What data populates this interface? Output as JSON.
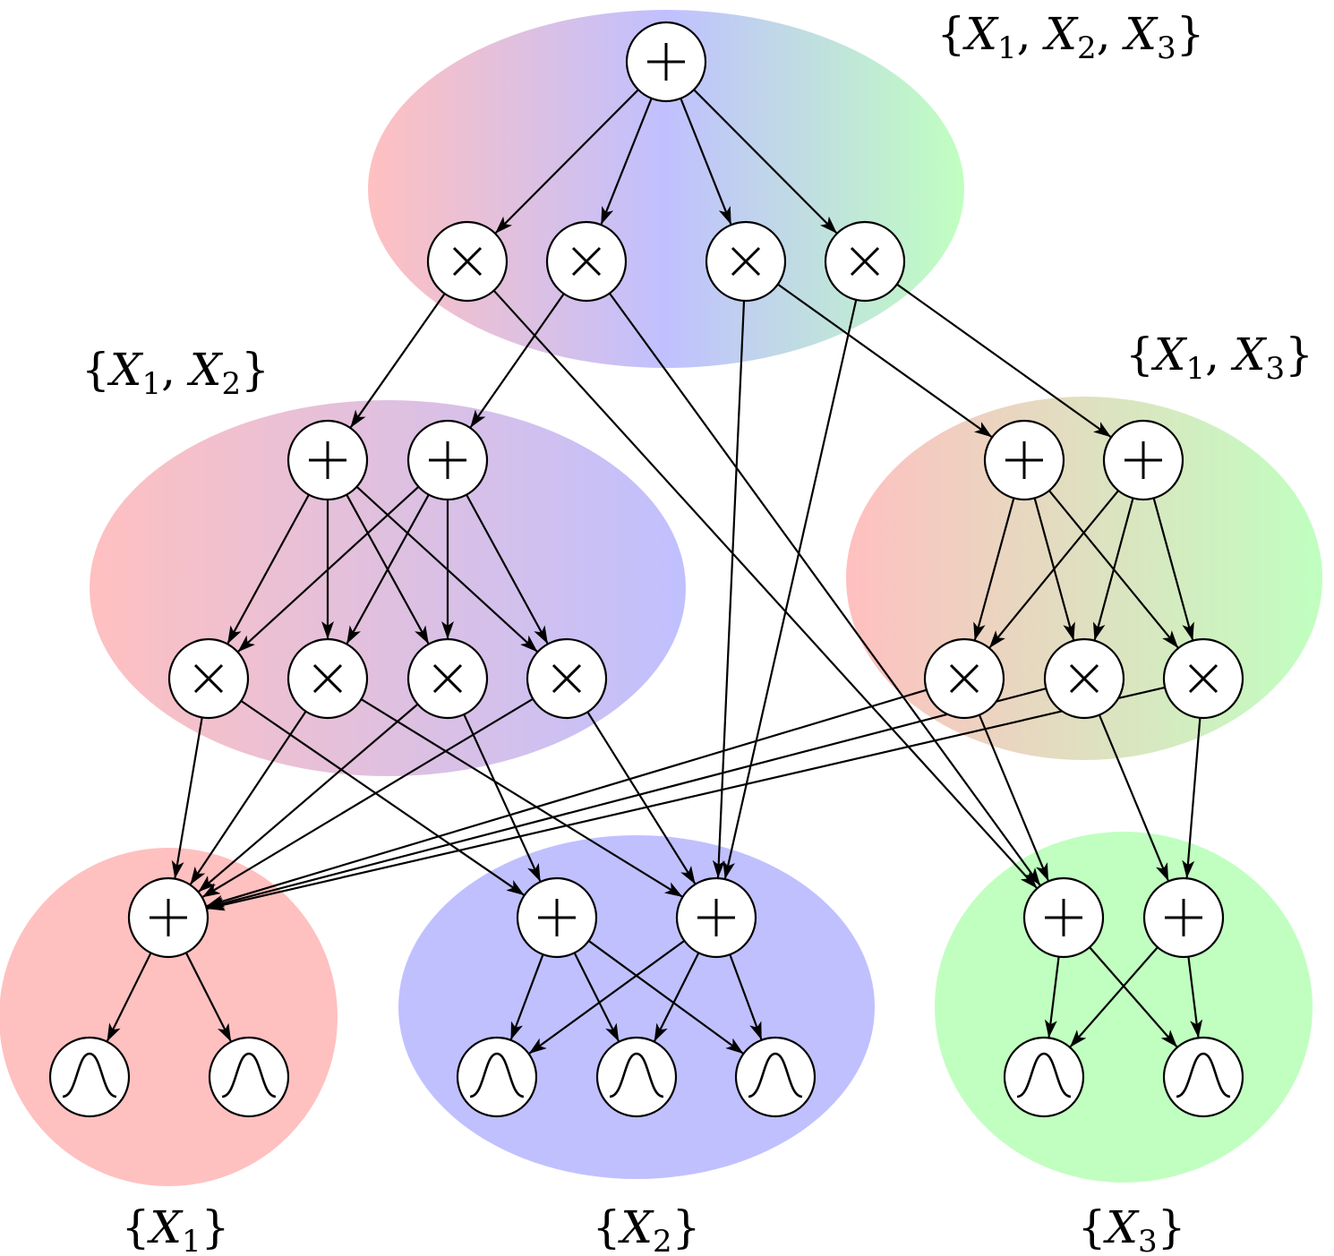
{
  "regions": [
    {
      "id": "x123",
      "label": "{X1, X2, X3}",
      "parts": [
        "{",
        "X",
        "1",
        ", ",
        "X",
        "2",
        ", ",
        "X",
        "3",
        "}"
      ],
      "colors": [
        "#ffc0c0",
        "#c0c0ff",
        "#c0ffc0"
      ]
    },
    {
      "id": "x12",
      "label": "{X1, X2}",
      "parts": [
        "{",
        "X",
        "1",
        ", ",
        "X",
        "2",
        "}"
      ],
      "colors": [
        "#ffc0c0",
        "#c0c0ff"
      ]
    },
    {
      "id": "x13",
      "label": "{X1, X3}",
      "parts": [
        "{",
        "X",
        "1",
        ", ",
        "X",
        "3",
        "}"
      ],
      "colors": [
        "#ffc0c0",
        "#c0ffc0"
      ]
    },
    {
      "id": "x1",
      "label": "{X1}",
      "parts": [
        "{",
        "X",
        "1",
        "}"
      ],
      "colors": [
        "#ffc0c0"
      ]
    },
    {
      "id": "x2",
      "label": "{X2}",
      "parts": [
        "{",
        "X",
        "2",
        "}"
      ],
      "colors": [
        "#c0c0ff"
      ]
    },
    {
      "id": "x3",
      "label": "{X3}",
      "parts": [
        "{",
        "X",
        "3",
        "}"
      ],
      "colors": [
        "#c0ffc0"
      ]
    }
  ],
  "nodes": [
    {
      "id": "S0",
      "type": "sum",
      "region": "x123"
    },
    {
      "id": "P1",
      "type": "product",
      "region": "x123"
    },
    {
      "id": "P2",
      "type": "product",
      "region": "x123"
    },
    {
      "id": "P3",
      "type": "product",
      "region": "x123"
    },
    {
      "id": "P4",
      "type": "product",
      "region": "x123"
    },
    {
      "id": "S12a",
      "type": "sum",
      "region": "x12"
    },
    {
      "id": "S12b",
      "type": "sum",
      "region": "x12"
    },
    {
      "id": "P12a",
      "type": "product",
      "region": "x12"
    },
    {
      "id": "P12b",
      "type": "product",
      "region": "x12"
    },
    {
      "id": "P12c",
      "type": "product",
      "region": "x12"
    },
    {
      "id": "P12d",
      "type": "product",
      "region": "x12"
    },
    {
      "id": "S13a",
      "type": "sum",
      "region": "x13"
    },
    {
      "id": "S13b",
      "type": "sum",
      "region": "x13"
    },
    {
      "id": "P13a",
      "type": "product",
      "region": "x13"
    },
    {
      "id": "P13b",
      "type": "product",
      "region": "x13"
    },
    {
      "id": "P13c",
      "type": "product",
      "region": "x13"
    },
    {
      "id": "S1",
      "type": "sum",
      "region": "x1"
    },
    {
      "id": "S2a",
      "type": "sum",
      "region": "x2"
    },
    {
      "id": "S2b",
      "type": "sum",
      "region": "x2"
    },
    {
      "id": "S3a",
      "type": "sum",
      "region": "x3"
    },
    {
      "id": "S3b",
      "type": "sum",
      "region": "x3"
    },
    {
      "id": "L1a",
      "type": "leaf",
      "region": "x1"
    },
    {
      "id": "L1b",
      "type": "leaf",
      "region": "x1"
    },
    {
      "id": "L2a",
      "type": "leaf",
      "region": "x2"
    },
    {
      "id": "L2b",
      "type": "leaf",
      "region": "x2"
    },
    {
      "id": "L2c",
      "type": "leaf",
      "region": "x2"
    },
    {
      "id": "L3a",
      "type": "leaf",
      "region": "x3"
    },
    {
      "id": "L3b",
      "type": "leaf",
      "region": "x3"
    }
  ],
  "edges": [
    [
      "S0",
      "P1"
    ],
    [
      "S0",
      "P2"
    ],
    [
      "S0",
      "P3"
    ],
    [
      "S0",
      "P4"
    ],
    [
      "P1",
      "S12a"
    ],
    [
      "P1",
      "S3a"
    ],
    [
      "P2",
      "S12b"
    ],
    [
      "P2",
      "S3a"
    ],
    [
      "P3",
      "S2b"
    ],
    [
      "P3",
      "S13a"
    ],
    [
      "P4",
      "S2b"
    ],
    [
      "P4",
      "S13b"
    ],
    [
      "S12a",
      "P12a"
    ],
    [
      "S12a",
      "P12b"
    ],
    [
      "S12a",
      "P12c"
    ],
    [
      "S12a",
      "P12d"
    ],
    [
      "S12b",
      "P12a"
    ],
    [
      "S12b",
      "P12b"
    ],
    [
      "S12b",
      "P12c"
    ],
    [
      "S12b",
      "P12d"
    ],
    [
      "P12a",
      "S1"
    ],
    [
      "P12a",
      "S2a"
    ],
    [
      "P12b",
      "S1"
    ],
    [
      "P12b",
      "S2b"
    ],
    [
      "P12c",
      "S1"
    ],
    [
      "P12c",
      "S2a"
    ],
    [
      "P12d",
      "S1"
    ],
    [
      "P12d",
      "S2b"
    ],
    [
      "S13a",
      "P13a"
    ],
    [
      "S13a",
      "P13b"
    ],
    [
      "S13a",
      "P13c"
    ],
    [
      "S13b",
      "P13a"
    ],
    [
      "S13b",
      "P13b"
    ],
    [
      "S13b",
      "P13c"
    ],
    [
      "P13a",
      "S1"
    ],
    [
      "P13a",
      "S3a"
    ],
    [
      "P13b",
      "S1"
    ],
    [
      "P13b",
      "S3b"
    ],
    [
      "P13c",
      "S1"
    ],
    [
      "P13c",
      "S3b"
    ],
    [
      "S1",
      "L1a"
    ],
    [
      "S1",
      "L1b"
    ],
    [
      "S2a",
      "L2a"
    ],
    [
      "S2a",
      "L2b"
    ],
    [
      "S2a",
      "L2c"
    ],
    [
      "S2b",
      "L2a"
    ],
    [
      "S2b",
      "L2b"
    ],
    [
      "S2b",
      "L2c"
    ],
    [
      "S3a",
      "L3a"
    ],
    [
      "S3a",
      "L3b"
    ],
    [
      "S3b",
      "L3a"
    ],
    [
      "S3b",
      "L3b"
    ]
  ]
}
